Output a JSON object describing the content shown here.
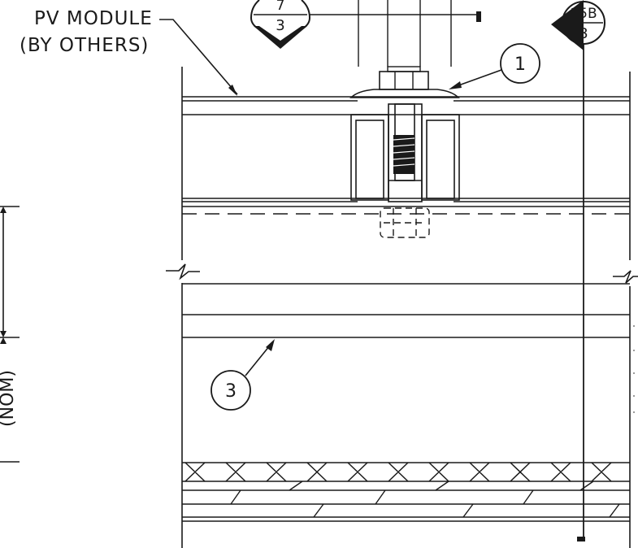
{
  "notes": {
    "pv_module_line1": "PV MODULE",
    "pv_module_line2": "(BY OTHERS)",
    "nom": "(NOM)"
  },
  "section_markers": [
    {
      "id": "left",
      "top": "7",
      "bottom": "3"
    },
    {
      "id": "right",
      "top": "15B",
      "bottom": "3"
    }
  ],
  "callouts": [
    {
      "id": "bolt-assembly",
      "label": "1"
    },
    {
      "id": "support-beam",
      "label": "3"
    }
  ]
}
